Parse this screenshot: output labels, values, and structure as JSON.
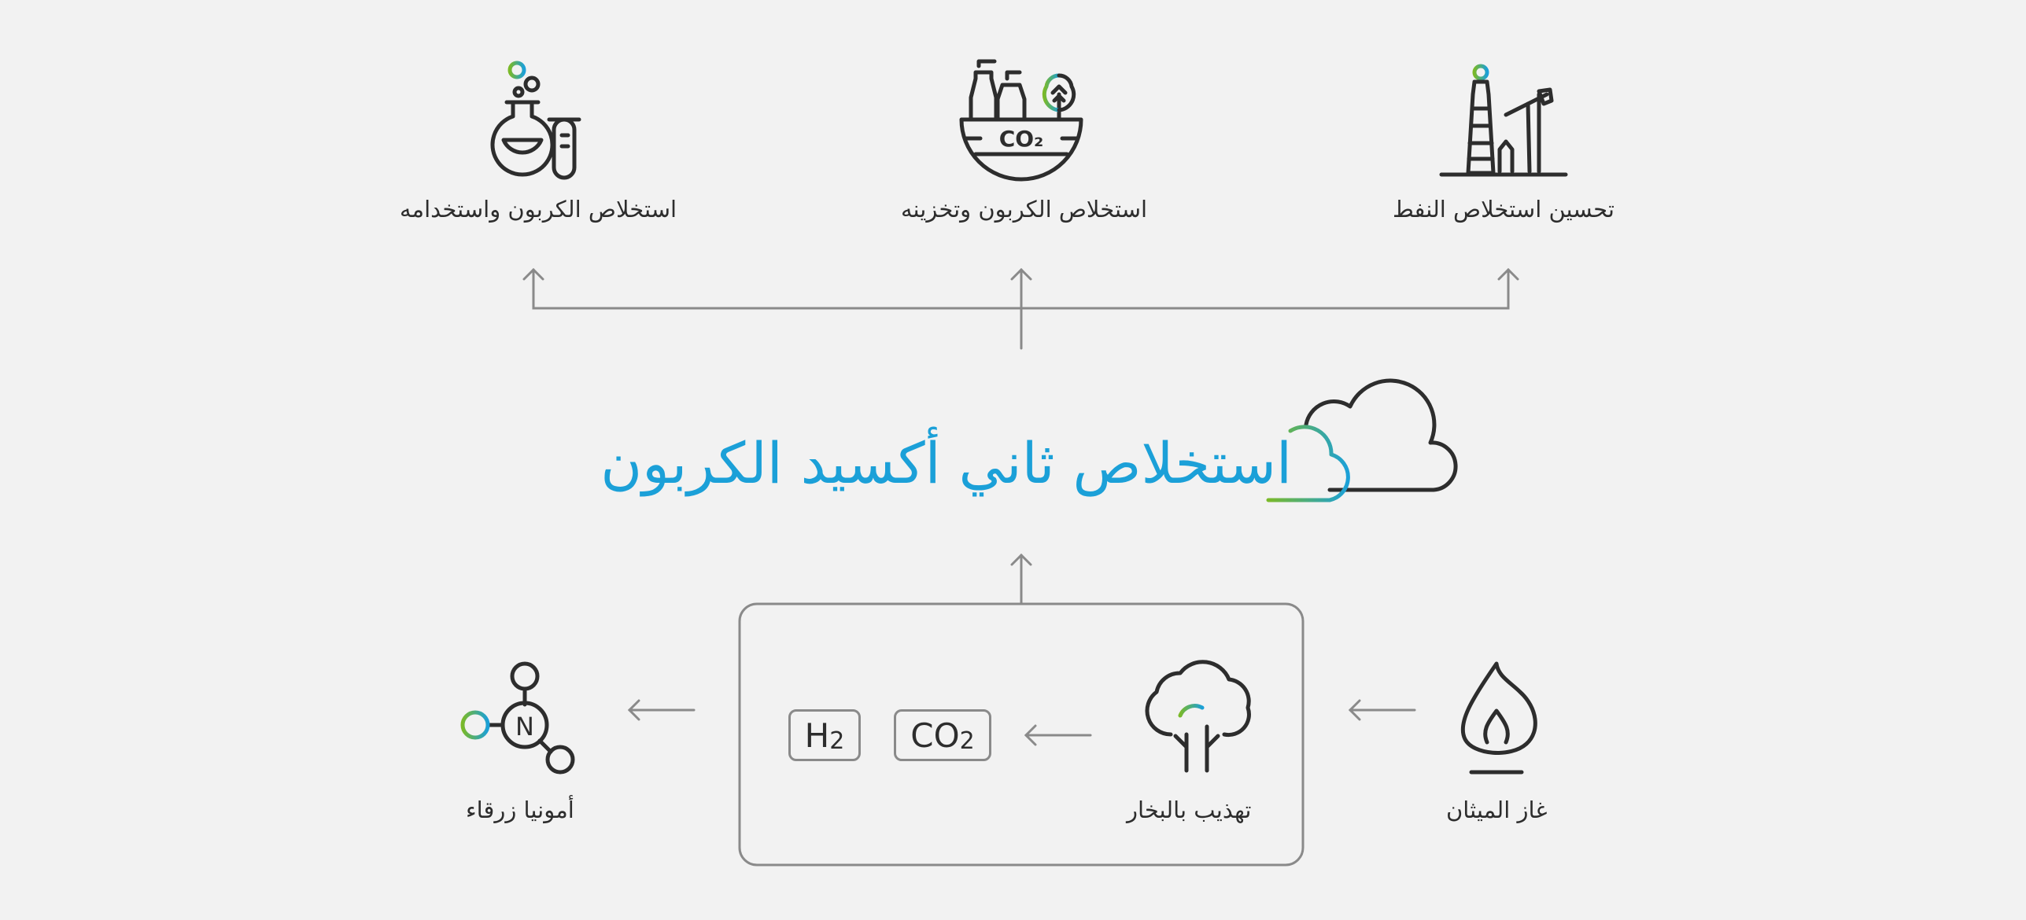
{
  "colors": {
    "background": "#f2f2f2",
    "ink": "#2d2d2d",
    "connector": "#8a8a8a",
    "accent_blue": "#1ba0d8",
    "accent_green": "#7ab929"
  },
  "title": {
    "text": "استخلاص ثاني أكسيد الكربون",
    "icon": "cloud-icon"
  },
  "outputs": [
    {
      "label": "استخلاص الكربون واستخدامه",
      "icon": "chemistry-flask-icon"
    },
    {
      "label": "استخلاص الكربون وتخزينه",
      "icon": "co2-storage-icon",
      "icon_text": "CO₂"
    },
    {
      "label": "تحسين استخلاص النفط",
      "icon": "oil-derrick-pump-icon"
    }
  ],
  "process": {
    "source": {
      "label": "غاز الميثان",
      "icon": "flame-icon"
    },
    "reforming": {
      "label": "تهذيب بالبخار",
      "icon": "steam-cloud-icon"
    },
    "products": [
      {
        "base": "CO",
        "sub": "2"
      },
      {
        "base": "H",
        "sub": "2"
      }
    ],
    "result": {
      "label": "أمونيا زرقاء",
      "icon": "ammonia-molecule-icon",
      "atom": "N"
    }
  }
}
